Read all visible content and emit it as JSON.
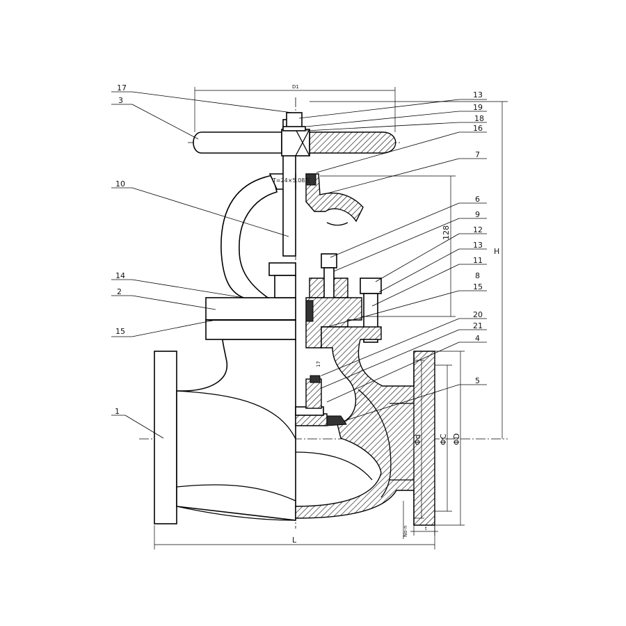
{
  "diagram": {
    "callouts": {
      "c17a": "17",
      "c3": "3",
      "c10": "10",
      "c14": "14",
      "c2": "2",
      "c15a": "15",
      "c1": "1",
      "c13a": "13",
      "c19": "19",
      "c18": "18",
      "c16": "16",
      "c7": "7",
      "c6": "6",
      "c9": "9",
      "c12": "12",
      "c13b": "13",
      "c11": "11",
      "c8": "8",
      "c15b": "15",
      "c20": "20",
      "c21": "21",
      "c4": "4",
      "c5": "5"
    },
    "dimensions": {
      "L": "L",
      "H": "H",
      "D1": "D1",
      "stroke": "128",
      "d": "Φd",
      "C": "ΦC",
      "D": "ΦD",
      "n_holes": "No-n",
      "t": "t",
      "thread": "T=24×5.08左",
      "small17": "17"
    }
  }
}
